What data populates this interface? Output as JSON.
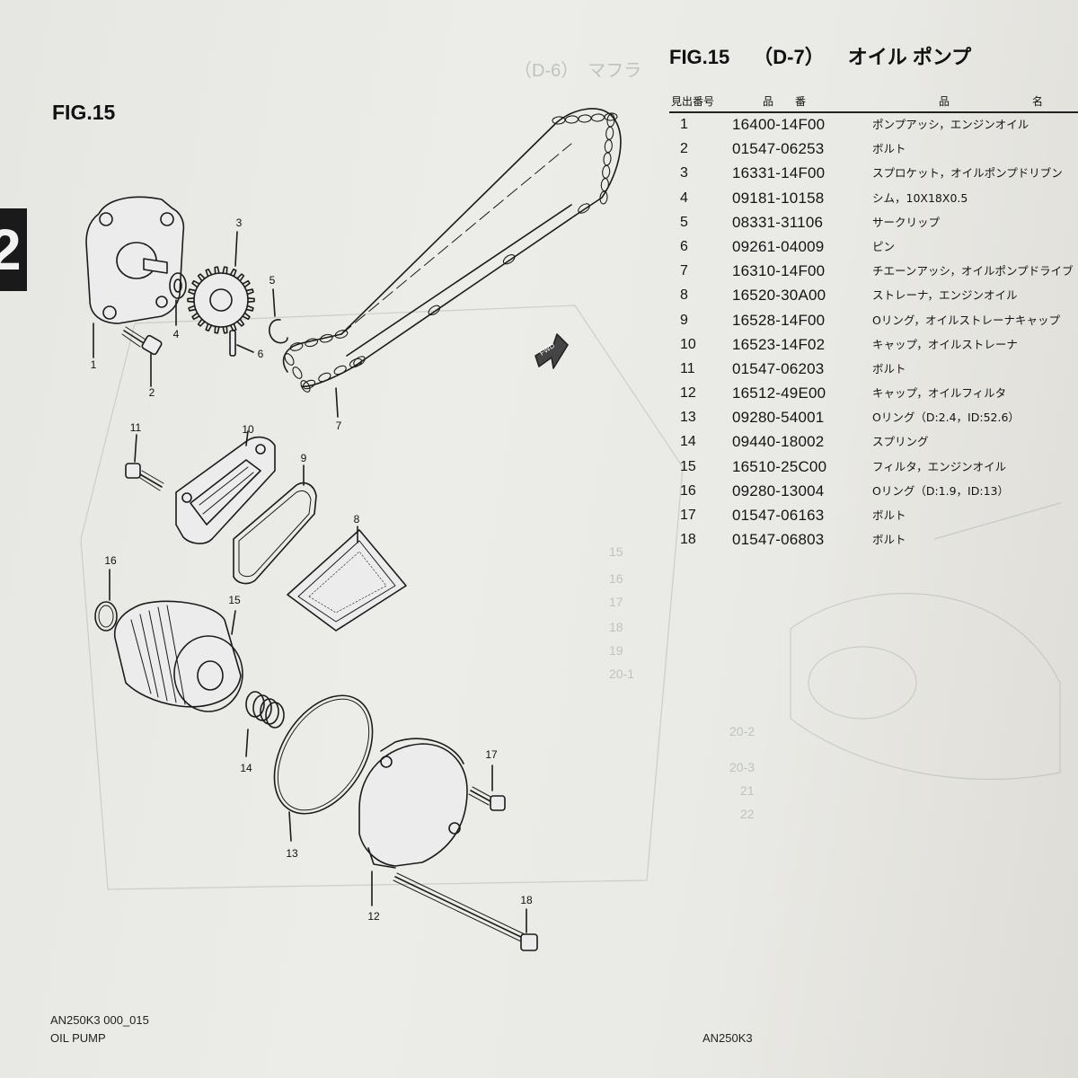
{
  "left_title": "FIG.15",
  "section_number": "2",
  "header": {
    "fig": "FIG.15",
    "code": "（D-7）",
    "title": "オイル ポンプ"
  },
  "columns": {
    "ref": "見出番号",
    "part_no": "品　　番",
    "desc_1": "品",
    "desc_2": "名"
  },
  "parts": [
    {
      "ref": "1",
      "part_no": "16400-14F00",
      "desc": "ポンプアッシ，エンジンオイル"
    },
    {
      "ref": "2",
      "part_no": "01547-06253",
      "desc": "ボルト"
    },
    {
      "ref": "3",
      "part_no": "16331-14F00",
      "desc": "スプロケット，オイルポンプドリブン"
    },
    {
      "ref": "4",
      "part_no": "09181-10158",
      "desc": "シム，10X18X0.5"
    },
    {
      "ref": "5",
      "part_no": "08331-31106",
      "desc": "サークリップ"
    },
    {
      "ref": "6",
      "part_no": "09261-04009",
      "desc": "ピン"
    },
    {
      "ref": "7",
      "part_no": "16310-14F00",
      "desc": "チエーンアッシ，オイルポンプドライブ"
    },
    {
      "ref": "8",
      "part_no": "16520-30A00",
      "desc": "ストレーナ，エンジンオイル"
    },
    {
      "ref": "9",
      "part_no": "16528-14F00",
      "desc": "Oリング，オイルストレーナキャップ"
    },
    {
      "ref": "10",
      "part_no": "16523-14F02",
      "desc": "キャップ，オイルストレーナ"
    },
    {
      "ref": "11",
      "part_no": "01547-06203",
      "desc": "ボルト"
    },
    {
      "ref": "12",
      "part_no": "16512-49E00",
      "desc": "キャップ，オイルフィルタ"
    },
    {
      "ref": "13",
      "part_no": "09280-54001",
      "desc": "Oリング（D:2.4，ID:52.6）"
    },
    {
      "ref": "14",
      "part_no": "09440-18002",
      "desc": "スプリング"
    },
    {
      "ref": "15",
      "part_no": "16510-25C00",
      "desc": "フィルタ，エンジンオイル"
    },
    {
      "ref": "16",
      "part_no": "09280-13004",
      "desc": "Oリング（D:1.9，ID:13）"
    },
    {
      "ref": "17",
      "part_no": "01547-06163",
      "desc": "ボルト"
    },
    {
      "ref": "18",
      "part_no": "01547-06803",
      "desc": "ボルト"
    }
  ],
  "callouts": {
    "n1": "1",
    "n2": "2",
    "n3": "3",
    "n4": "4",
    "n5": "5",
    "n6": "6",
    "n7": "7",
    "n8": "8",
    "n9": "9",
    "n10": "10",
    "n11": "11",
    "n12": "12",
    "n13": "13",
    "n14": "14",
    "n15": "15",
    "n16": "16",
    "n17": "17",
    "n18": "18"
  },
  "fwd_label": "FWD",
  "footer": {
    "code": "AN250K3 000_015",
    "name": "OIL PUMP",
    "model": "AN250K3"
  },
  "show_through": {
    "header": "（D-6）　マフラ",
    "refs": [
      "15",
      "16",
      "17",
      "18",
      "19",
      "20-1",
      "20-2",
      "20-3",
      "21",
      "22"
    ]
  }
}
